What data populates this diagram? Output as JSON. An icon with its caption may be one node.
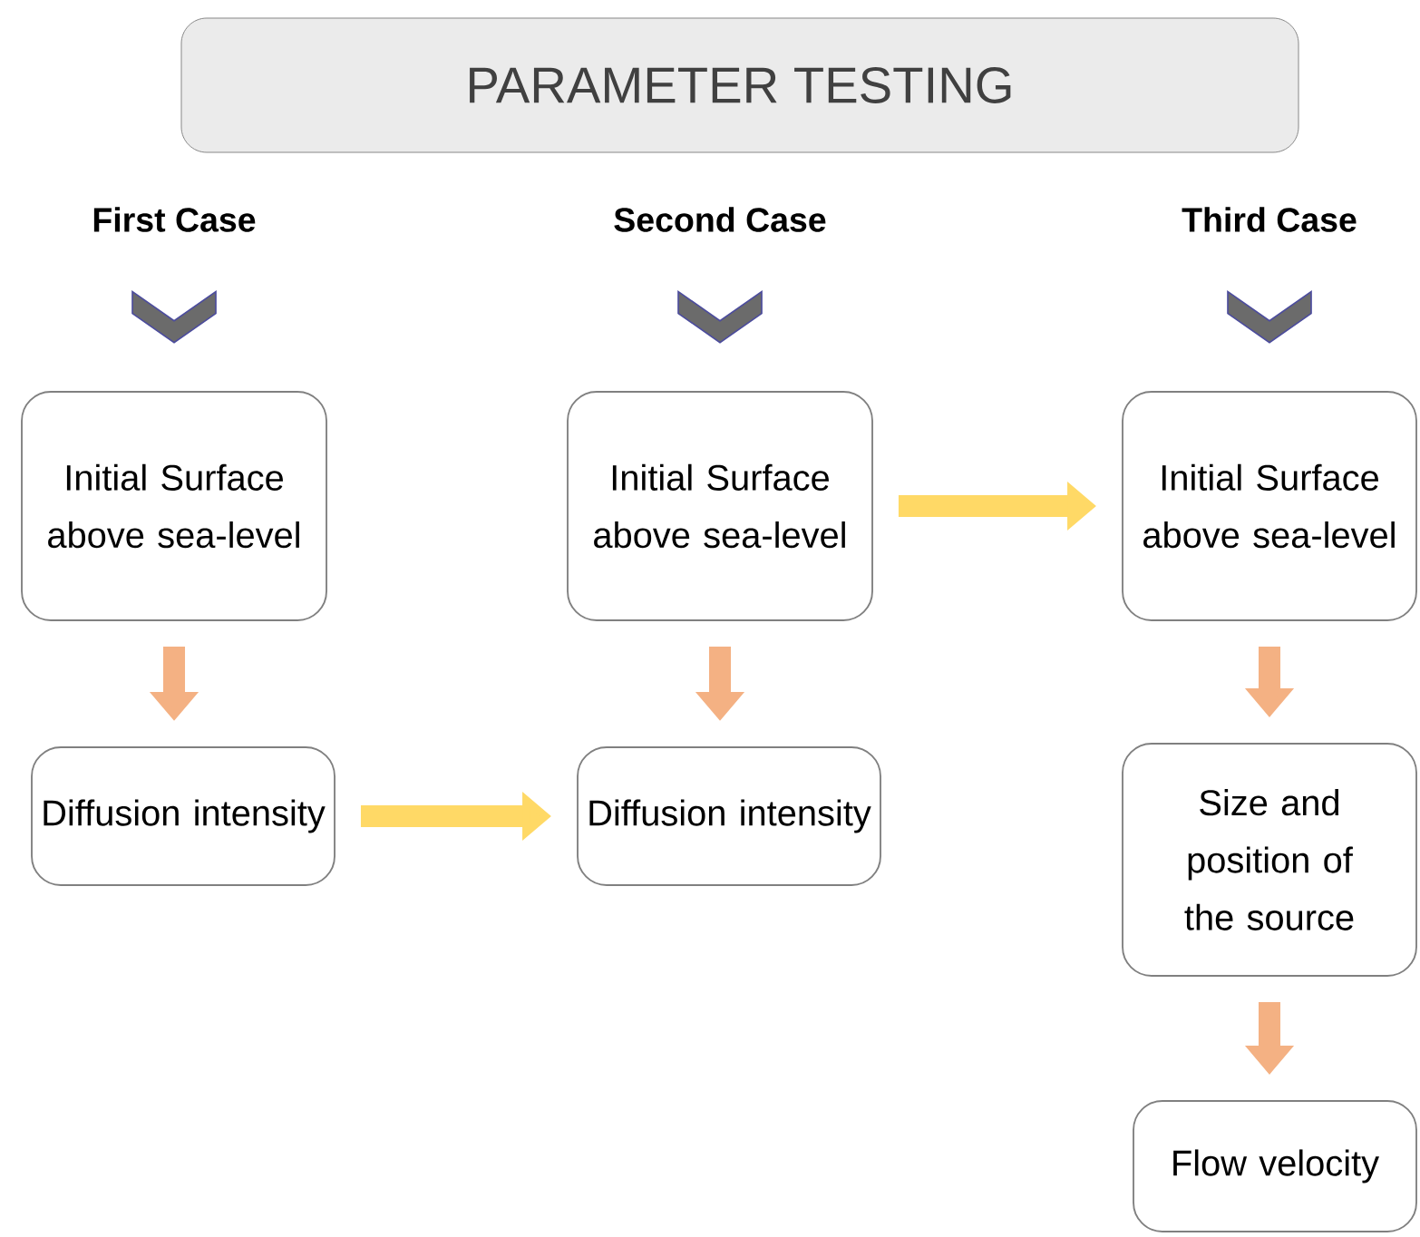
{
  "diagram": {
    "title": "PARAMETER TESTING",
    "nodes": [
      {
        "text": [
          "First Case"
        ]
      },
      {
        "text": [
          "Second Case"
        ]
      },
      {
        "text": [
          "Third Case"
        ]
      },
      {
        "text": [
          "Initial Surface above sea-level"
        ]
      },
      {
        "text": [
          "Diffusion intensity"
        ]
      },
      {
        "text": [
          "Initial Surface above sea-level"
        ]
      },
      {
        "text": [
          "Diffusion intensity"
        ]
      },
      {
        "text": [
          "Initial Surface above sea-level"
        ]
      },
      {
        "text": [
          "Size and position of the source"
        ]
      },
      {
        "text": [
          "Flow velocity"
        ]
      }
    ],
    "edges": [
      {
        "from": 0,
        "to": 3,
        "arrow": "to",
        "color": "#6b6b6b"
      },
      {
        "from": 1,
        "to": 5,
        "arrow": "to",
        "color": "#6b6b6b"
      },
      {
        "from": 2,
        "to": 7,
        "arrow": "to",
        "color": "#6b6b6b"
      },
      {
        "from": 3,
        "to": 4,
        "arrow": "to"
      },
      {
        "from": 5,
        "to": 6,
        "arrow": "to"
      },
      {
        "from": 7,
        "to": 8,
        "arrow": "to"
      },
      {
        "from": 8,
        "to": 9,
        "arrow": "to"
      },
      {
        "from": 4,
        "to": 6,
        "arrow": "to",
        "color": "#ffd966"
      },
      {
        "from": 5,
        "to": 7,
        "arrow": "to",
        "color": "#ffd966"
      }
    ]
  }
}
